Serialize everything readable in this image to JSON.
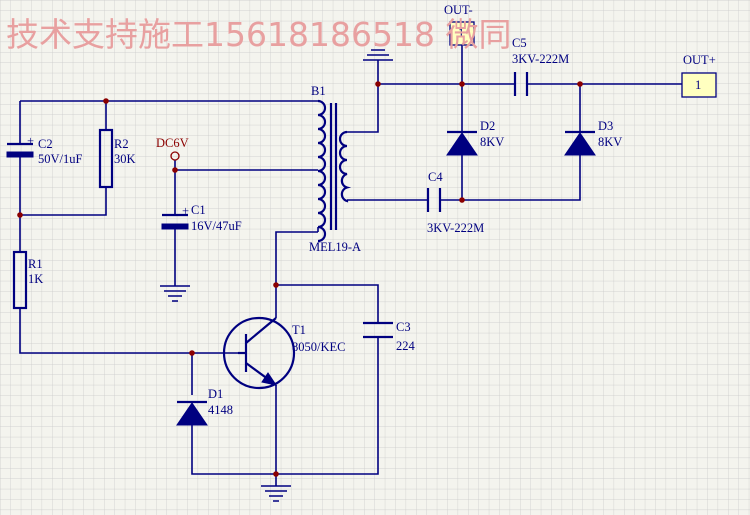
{
  "watermark": "技术支持施工15618186518 微同",
  "colors": {
    "background": "#f4f4ee",
    "grid": "#c8c8c8",
    "wire": "#000080",
    "junction": "#8b0000",
    "watermark": "#e8a0a0",
    "out_box": "#ffffc0"
  },
  "components": {
    "b1": {
      "ref": "B1",
      "value": "MEL19-A"
    },
    "c2": {
      "ref": "C2",
      "value": "50V/1uF"
    },
    "r2": {
      "ref": "R2",
      "value": "30K"
    },
    "dc": {
      "ref": "DC6V"
    },
    "c1": {
      "ref": "C1",
      "value": "16V/47uF"
    },
    "r1": {
      "ref": "R1",
      "value": "1K"
    },
    "t1": {
      "ref": "T1",
      "value": "8050/KEC"
    },
    "c3": {
      "ref": "C3",
      "value": "224"
    },
    "d1": {
      "ref": "D1",
      "value": "4148"
    },
    "c4": {
      "ref": "C4",
      "value": "3KV-222M"
    },
    "c5": {
      "ref": "C5",
      "value": "3KV-222M"
    },
    "d2": {
      "ref": "D2",
      "value": "8KV"
    },
    "d3": {
      "ref": "D3",
      "value": "8KV"
    },
    "out_minus": {
      "ref": "OUT-",
      "pin": "1"
    },
    "out_plus": {
      "ref": "OUT+",
      "pin": "1"
    }
  }
}
